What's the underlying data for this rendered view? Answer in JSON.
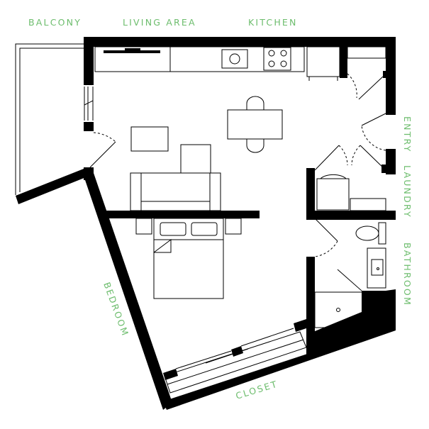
{
  "labels": {
    "balcony": "BALCONY",
    "living_area": "LIVING AREA",
    "kitchen": "KITCHEN",
    "entry": "ENTRY",
    "laundry": "LAUNDRY",
    "bathroom": "BATHROOM",
    "bedroom": "BEDROOM",
    "closet": "CLOSET"
  },
  "colors": {
    "label": "#6dbd6d",
    "wall": "#000000",
    "background": "#ffffff"
  }
}
